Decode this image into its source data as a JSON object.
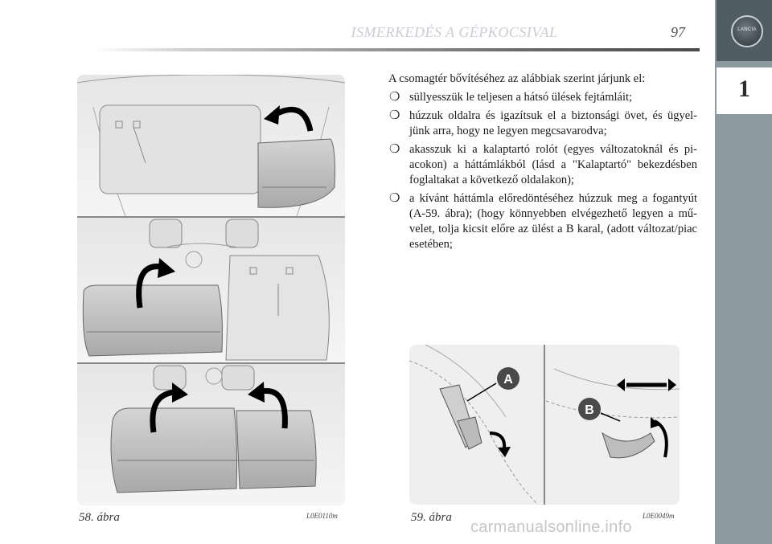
{
  "header": {
    "title": "ISMERKEDÉS A GÉPKOCSIVAL",
    "page_number": "97"
  },
  "sidebar": {
    "chapter": "1",
    "logo_text": "LANCIA"
  },
  "content": {
    "intro": "A csomagtér bővítéséhez az alábbiak szerint járjunk el:",
    "bullets": [
      "süllyesszük le teljesen a hátsó ülések fejtámláit;",
      "húzzuk oldalra és igazítsuk el a biztonsági övet, és ügyel-jünk arra, hogy ne legyen megcsavarodva;",
      "akasszuk ki a kalaptartó rolót (egyes változatoknál és pi-acokon) a háttámlákból (lásd a \"Kalaptartó\" bekezdésben foglaltakat a következő oldalakon);",
      "a kívánt háttámla előredöntéséhez húzzuk meg a fogantyút (A-59. ábra); (hogy könnyebben elvégezhető legyen a mű-velet, tolja kicsit előre az ülést a B karal, (adott változat/piac esetében;"
    ]
  },
  "figures": {
    "fig58": {
      "caption": "58. ábra",
      "code": "L0E0110m"
    },
    "fig59": {
      "caption": "59. ábra",
      "code": "L0E0049m",
      "label_a": "A",
      "label_b": "B"
    }
  },
  "watermark": "carmanualsonline.info"
}
